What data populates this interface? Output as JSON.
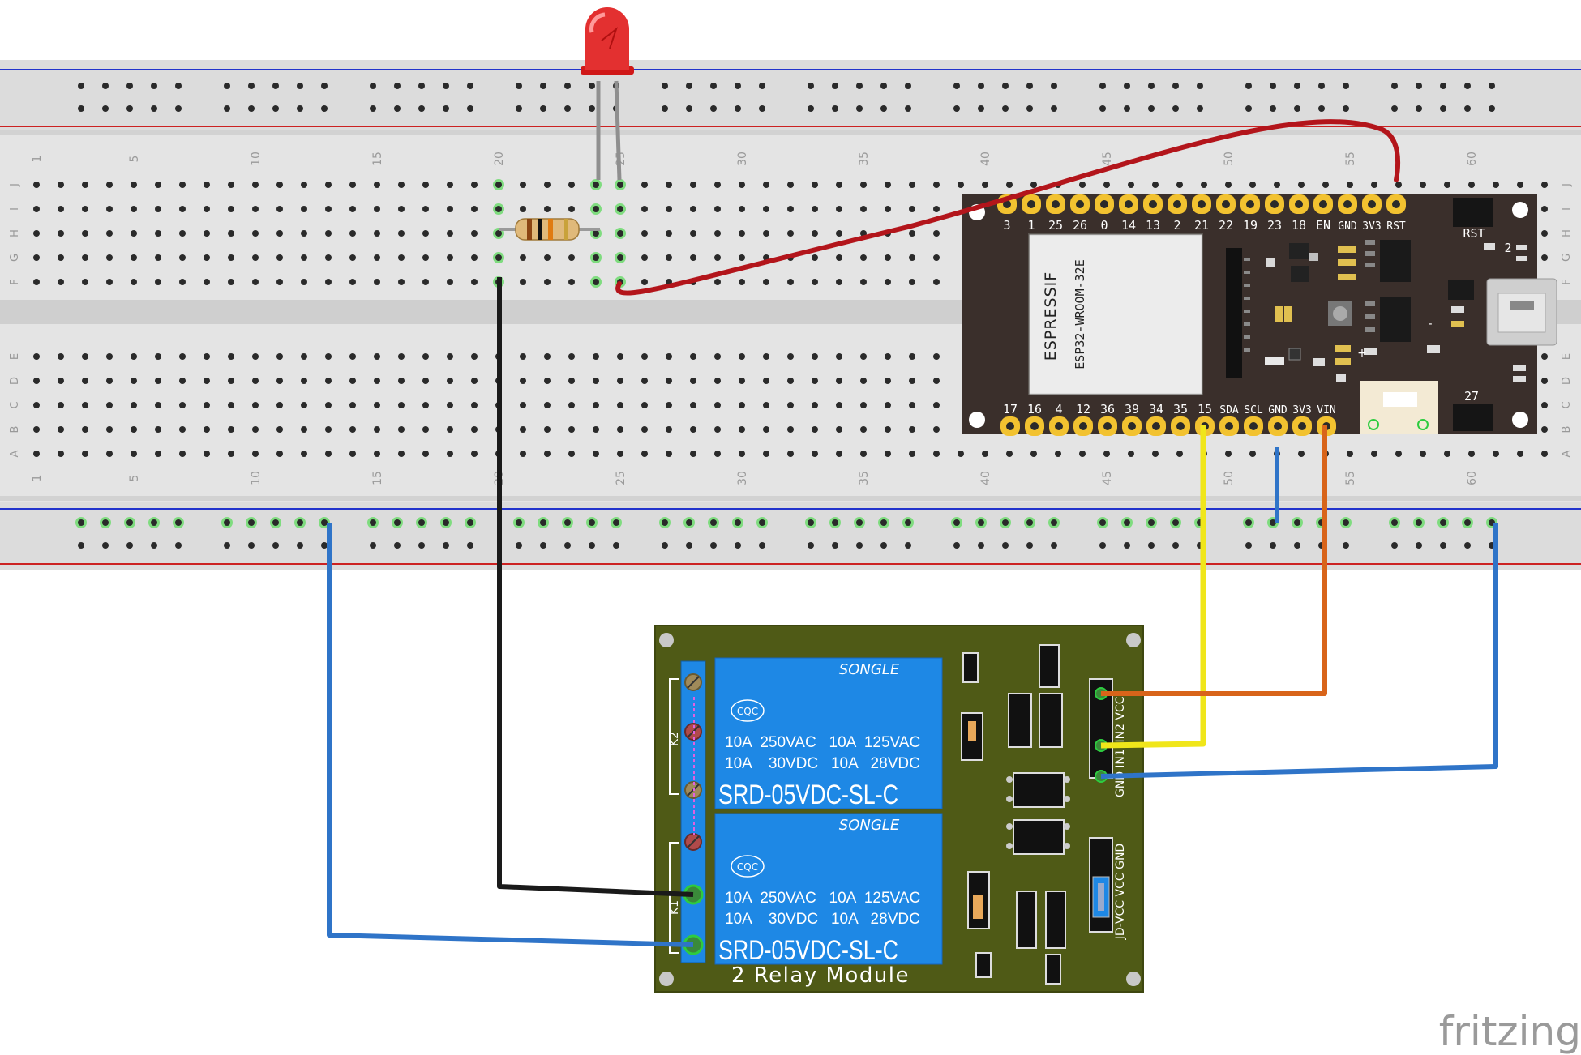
{
  "breadboard": {
    "column_labels": [
      "1",
      "5",
      "10",
      "15",
      "20",
      "25",
      "30",
      "35",
      "40",
      "45",
      "50",
      "55",
      "60"
    ],
    "row_labels_top": [
      "J",
      "I",
      "H",
      "G",
      "F"
    ],
    "row_labels_bottom": [
      "E",
      "D",
      "C",
      "B",
      "A"
    ]
  },
  "esp32": {
    "brand": "ESPRESSIF",
    "module": "ESP32-WROOM-32E",
    "top_pins": [
      "3",
      "1",
      "25",
      "26",
      "0",
      "14",
      "13",
      "2",
      "21",
      "22",
      "19",
      "23",
      "18",
      "EN",
      "GND",
      "3V3",
      "RST"
    ],
    "bottom_pins": [
      "17",
      "16",
      "4",
      "12",
      "36",
      "39",
      "34",
      "35",
      "15",
      "SDA",
      "SCL",
      "GND",
      "3V3",
      "VIN"
    ],
    "rst_label": "RST",
    "pin2_label": "2",
    "pin27_label": "27",
    "plus_label": "+",
    "minus_label": "-"
  },
  "relay_module": {
    "title": "2 Relay Module",
    "relays": [
      {
        "brand": "SONGLE",
        "cert": "CQC",
        "rating_1": "10A  250VAC   10A  125VAC",
        "rating_2": "10A    30VDC   10A   28VDC",
        "model": "SRD-05VDC-SL-C"
      },
      {
        "brand": "SONGLE",
        "cert": "CQC",
        "rating_1": "10A  250VAC   10A  125VAC",
        "rating_2": "10A    30VDC   10A   28VDC",
        "model": "SRD-05VDC-SL-C"
      }
    ],
    "k2_label": "K2",
    "k1_label": "K1",
    "header_label_1": "IN2  VCC",
    "header_label_2": "IN1",
    "header_label_3": "GND",
    "jd_label": "JD-VCC  VCC  GND"
  },
  "watermark": "fritzing",
  "colors": {
    "wire_red": "#b3151b",
    "wire_black": "#1a1a1a",
    "wire_blue": "#2f74c8",
    "wire_yellow": "#f0e61a",
    "wire_orange": "#d8641a",
    "relay_pcb": "#4f5a16",
    "relay_blue": "#1e88e5",
    "esp_pcb": "#3a2f2b"
  }
}
